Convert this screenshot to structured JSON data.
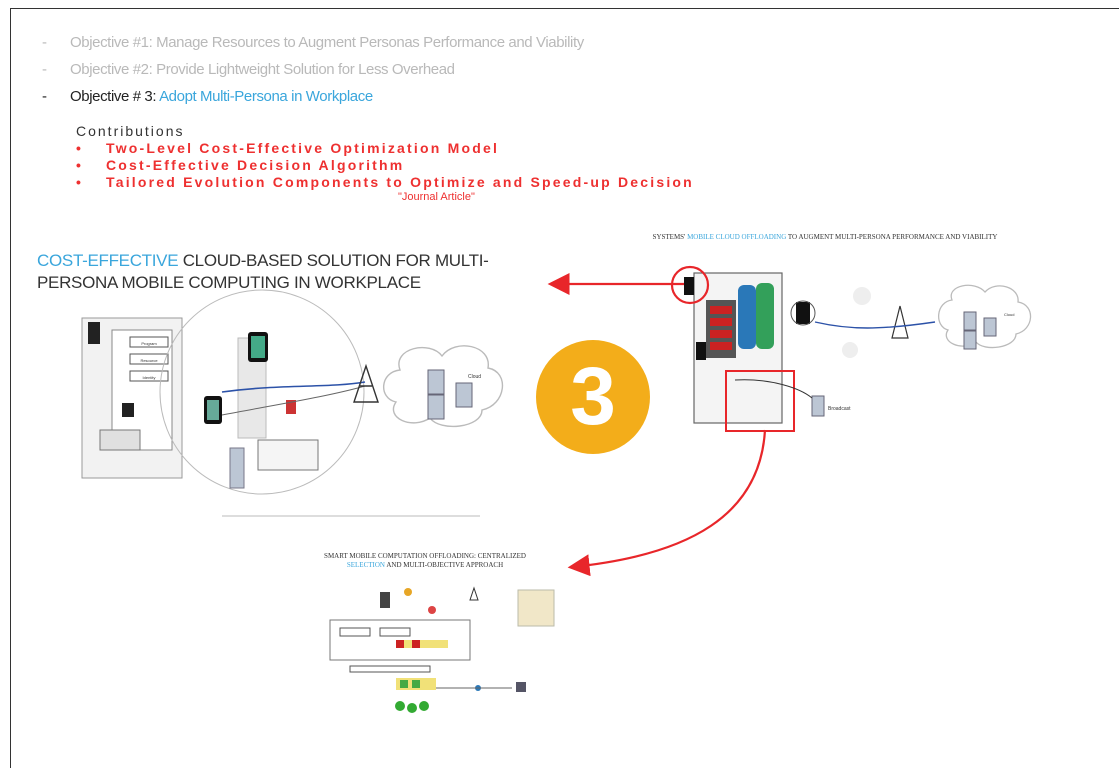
{
  "objectives": [
    {
      "prefix": "Objective #1:",
      "text": "Manage Resources to Augment Personas Performance and Viability",
      "state": "inactive"
    },
    {
      "prefix": "Objective #2:",
      "text": "Provide Lightweight Solution for Less Overhead",
      "state": "inactive"
    },
    {
      "prefix": "Objective # 3:",
      "text": "Adopt Multi-Persona in Workplace",
      "state": "active"
    }
  ],
  "contributions": {
    "title": "Contributions",
    "items": [
      "Two-Level Cost-Effective Optimization Model",
      "Cost-Effective Decision Algorithm",
      "Tailored Evolution Components to Optimize and Speed-up Decision"
    ],
    "note": "\"Journal Article\""
  },
  "left_diagram": {
    "title_highlight": "COST-EFFECTIVE",
    "title_line1": " CLOUD-BASED SOLUTION FOR MULTI-",
    "title_line2": "PERSONA MOBILE COMPUTING IN WORKPLACE",
    "labels": [
      "Program",
      "Resource",
      "Identity",
      "Cloud"
    ]
  },
  "right_diagram": {
    "caption_pre": "SYSTEMS' ",
    "caption_highlight": "MOBILE CLOUD OFFLOADING",
    "caption_post": " TO AUGMENT MULTI-PERSONA PERFORMANCE AND VIABILITY",
    "labels": [
      "Cloud",
      "Broadcast"
    ]
  },
  "bottom_diagram": {
    "caption_line1": "SMART MOBILE COMPUTATION OFFLOADING: CENTRALIZED",
    "caption_highlight": "SELECTION",
    "caption_post": " AND MULTI-OBJECTIVE APPROACH"
  },
  "badge": {
    "number": "3"
  },
  "colors": {
    "accent_blue": "#3aa6dc",
    "accent_red": "#ee3030",
    "badge_orange": "#f3ad1a",
    "inactive_grey": "#b9b9b9"
  }
}
